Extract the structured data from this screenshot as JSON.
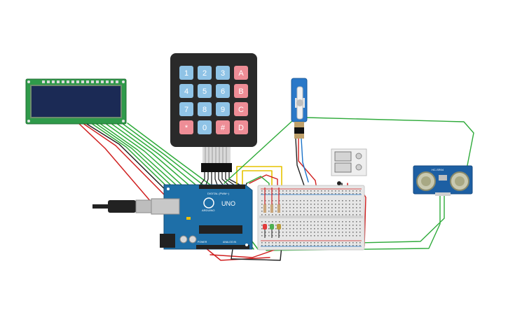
{
  "colors": {
    "background": "#ffffff",
    "lcd_board": "#2f9a4a",
    "lcd_screen": "#1f2f5a",
    "keypad_body": "#2a2a2a",
    "key_blue": "#8fc3e6",
    "key_red": "#ee8d96",
    "arduino_board": "#1e6fa8",
    "breadboard": "#e6e6e6",
    "wire_green": "#2eaa3a",
    "wire_red": "#d02020",
    "wire_black": "#222222",
    "wire_yellow": "#e6c300",
    "wire_blue": "#1b73c9",
    "sensor_board": "#1d5fa3"
  },
  "keypad": {
    "keys": [
      "1",
      "2",
      "3",
      "A",
      "4",
      "5",
      "6",
      "B",
      "7",
      "8",
      "9",
      "C",
      "*",
      "0",
      "#",
      "D"
    ]
  },
  "arduino": {
    "model_label": "UNO",
    "brand_label": "ARDUINO",
    "header_label": "DIGITAL (PWM~)",
    "power_label": "POWER",
    "analog_label": "ANALOG IN"
  },
  "ultrasonic": {
    "model_label": "HC-SR04"
  }
}
